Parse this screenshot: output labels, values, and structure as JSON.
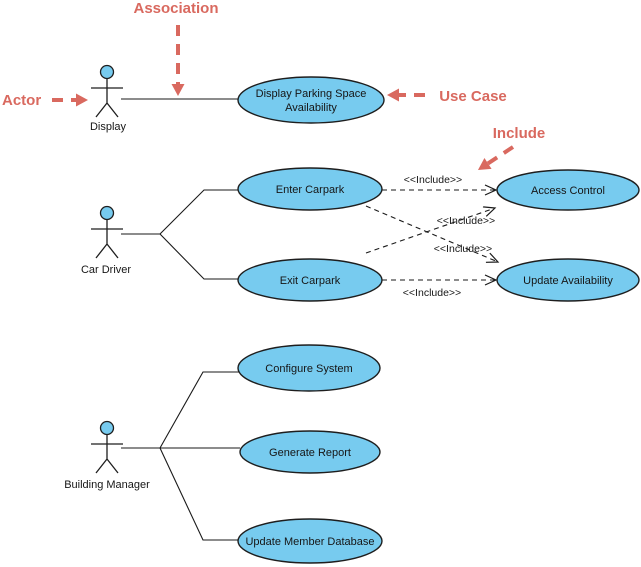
{
  "colors": {
    "usecase_fill": "#77CBEF",
    "shape_border": "#1E1E1E",
    "connector": "#1A1A1A",
    "annotation": "#D9695F"
  },
  "actors": {
    "display": "Display",
    "car_driver": "Car Driver",
    "building_manager": "Building Manager"
  },
  "use_cases": {
    "display_parking": {
      "line1": "Display Parking Space",
      "line2": "Availability"
    },
    "enter_carpark": "Enter Carpark",
    "exit_carpark": "Exit Carpark",
    "access_control": "Access Control",
    "update_availability": "Update Availability",
    "configure_system": "Configure System",
    "generate_report": "Generate Report",
    "update_member_database": "Update Member Database"
  },
  "stereotype_include": "<<Include>>",
  "annotations": {
    "association": "Association",
    "actor": "Actor",
    "use_case": "Use Case",
    "include": "Include"
  }
}
